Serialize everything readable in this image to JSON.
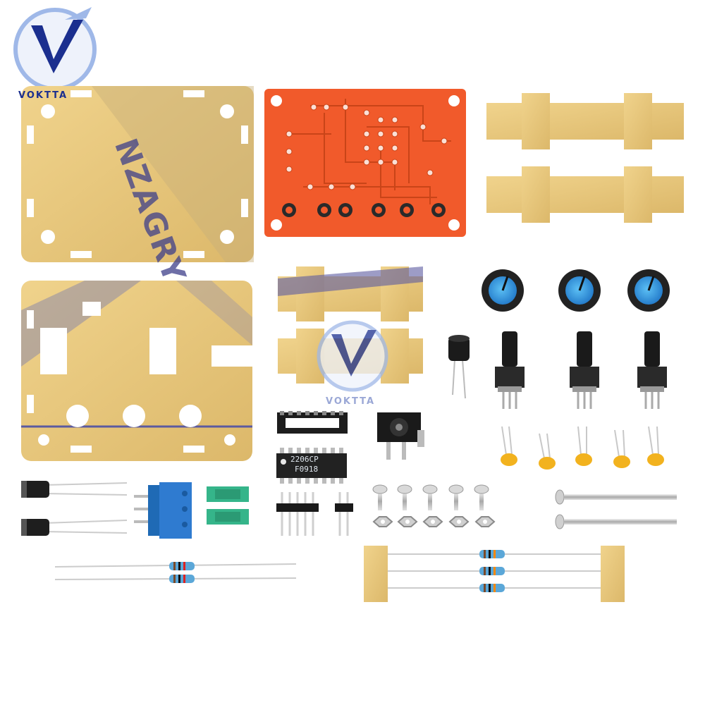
{
  "brand": {
    "name": "VOKTTA",
    "primary_color": "#1b2f8f",
    "accent_color": "#9fb8e8"
  },
  "backing_film_text": "NZAGRY",
  "ic_chip": {
    "part_number": "2206CP",
    "code": "F0918"
  },
  "colors": {
    "pcb": "#f15a2b",
    "backing_paper": "#e6c57a",
    "knob_cap": "#3aa0e6",
    "trimmer": "#2f7bd0",
    "jumper": "#35b58a"
  }
}
